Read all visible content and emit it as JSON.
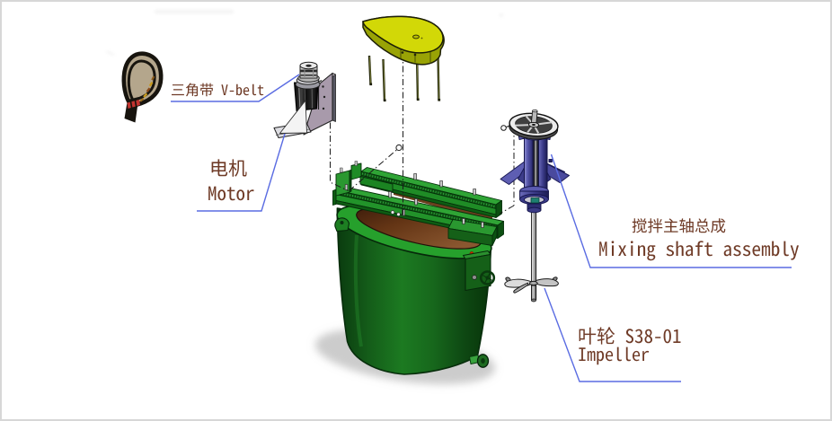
{
  "diagram": {
    "kind": "exploded-view assembly diagram",
    "subject": "mixing tank assembly",
    "background_color": "#ffffff",
    "border_color": "#d7d7d7"
  },
  "colors": {
    "label_text": "#6f3b27",
    "leader_line": "#5a6ce2",
    "construction_line": "#1a1a1a",
    "tank_green": "#1e8123",
    "frame_green": "#2a9830",
    "lid_yellow": "#d2d807",
    "housing_blue": "#5656ab",
    "interior_brown": "#6b3f1e",
    "belt_black": "#17140e",
    "shadow_gray": "#b9b9b9"
  },
  "labels": {
    "vbelt": {
      "zh": "三角带",
      "en": "V-belt",
      "text": "三角带 V-belt"
    },
    "motor": {
      "zh": "电机",
      "en": "Motor",
      "text": "电机 Motor"
    },
    "shaft": {
      "zh": "搅拌主轴总成",
      "en": "Mixing shaft assembly",
      "text": "搅拌主轴总成 Mixing shaft assembly"
    },
    "impeller": {
      "zh": "叶轮",
      "model": "S38-01",
      "en": "Impeller",
      "text": "叶轮 S38-01 Impeller"
    }
  },
  "parts": [
    {
      "id": "v-belt",
      "label": "三角带 V-belt"
    },
    {
      "id": "motor",
      "label": "电机 Motor"
    },
    {
      "id": "tank-cover",
      "label": ""
    },
    {
      "id": "mixing-tank",
      "label": ""
    },
    {
      "id": "mixing-shaft",
      "label": "搅拌主轴总成 Mixing shaft assembly"
    },
    {
      "id": "impeller",
      "label": "叶轮 S38-01 Impeller"
    }
  ]
}
